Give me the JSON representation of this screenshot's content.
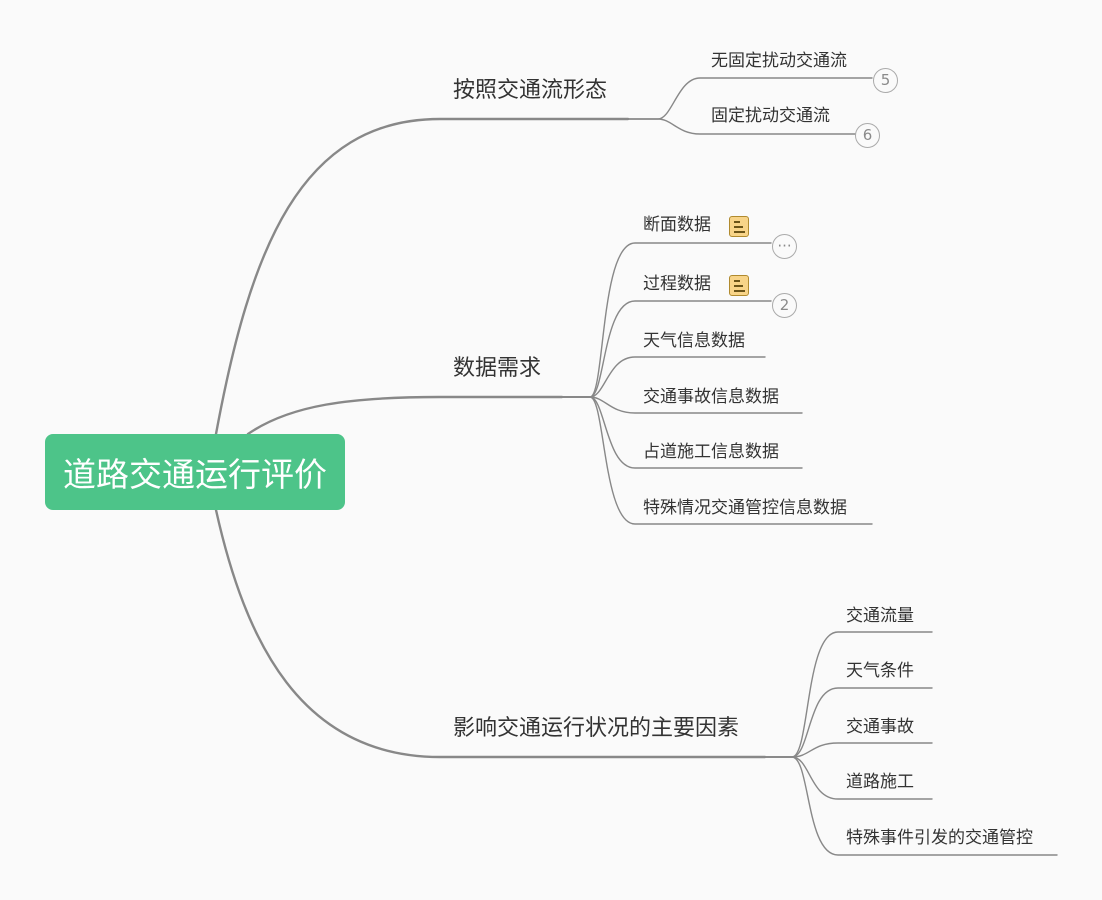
{
  "root": {
    "label": "道路交通运行评价"
  },
  "branches": [
    {
      "label": "按照交通流形态",
      "children": [
        {
          "label": "无固定扰动交通流",
          "badge": "5"
        },
        {
          "label": "固定扰动交通流",
          "badge": "6"
        }
      ]
    },
    {
      "label": "数据需求",
      "children": [
        {
          "label": "断面数据",
          "icon": "note-icon",
          "badge": "···"
        },
        {
          "label": "过程数据",
          "icon": "note-icon",
          "badge": "2"
        },
        {
          "label": "天气信息数据"
        },
        {
          "label": "交通事故信息数据"
        },
        {
          "label": "占道施工信息数据"
        },
        {
          "label": "特殊情况交通管控信息数据"
        }
      ]
    },
    {
      "label": "影响交通运行状况的主要因素",
      "children": [
        {
          "label": "交通流量"
        },
        {
          "label": "天气条件"
        },
        {
          "label": "交通事故"
        },
        {
          "label": "道路施工"
        },
        {
          "label": "特殊事件引发的交通管控"
        }
      ]
    }
  ],
  "colors": {
    "root": "#4dc489",
    "line": "#888888",
    "text": "#333333",
    "note": "#f8d488",
    "background": "#fafafa"
  }
}
